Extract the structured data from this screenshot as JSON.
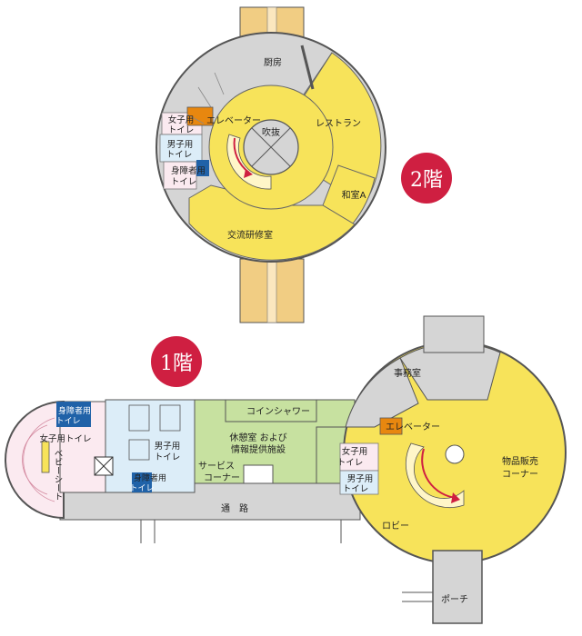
{
  "floor2": {
    "badge": "2階",
    "rooms": {
      "kitchen": "厨房",
      "restaurant": "レストラン",
      "elevator": "エレベーター",
      "atrium": "吹抜",
      "womens_line1": "女子用",
      "womens_line2": "トイレ",
      "mens_line1": "男子用",
      "mens_line2": "トイレ",
      "accessible_line1": "身障者用",
      "accessible_line2": "トイレ",
      "washitsu": "和室A",
      "exchange": "交流研修室"
    }
  },
  "floor1": {
    "badge": "1階",
    "rooms": {
      "accessible_w_line1": "身障者用",
      "accessible_w_line2": "トイレ",
      "womens": "女子用トイレ",
      "baby_sheet": "ベビーシート",
      "mens_line1": "男子用",
      "mens_line2": "トイレ",
      "accessible_m_line1": "身障者用",
      "accessible_m_line2": "トイレ",
      "coin_shower": "コインシャワー",
      "rest_line1": "休憩室 および",
      "rest_line2": "情報提供施設",
      "service_line1": "サービス",
      "service_line2": "コーナー",
      "corridor": "通　路",
      "office": "事務室",
      "elevator": "エレベーター",
      "womens_r_line1": "女子用",
      "womens_r_line2": "トイレ",
      "mens_r_line1": "男子用",
      "mens_r_line2": "トイレ",
      "shop_line1": "物品販売",
      "shop_line2": "コーナー",
      "lobby": "ロビー",
      "porch": "ポーチ"
    }
  },
  "colors": {
    "yellow": "#f7e35a",
    "grey": "#d5d5d5",
    "orange": "#f1cd83",
    "pink": "#fbeaf0",
    "lightblue": "#dcedf8",
    "green": "#c7e1a0",
    "red": "#cf1f41",
    "elevator": "#e8870f",
    "blue": "#2062a8"
  }
}
